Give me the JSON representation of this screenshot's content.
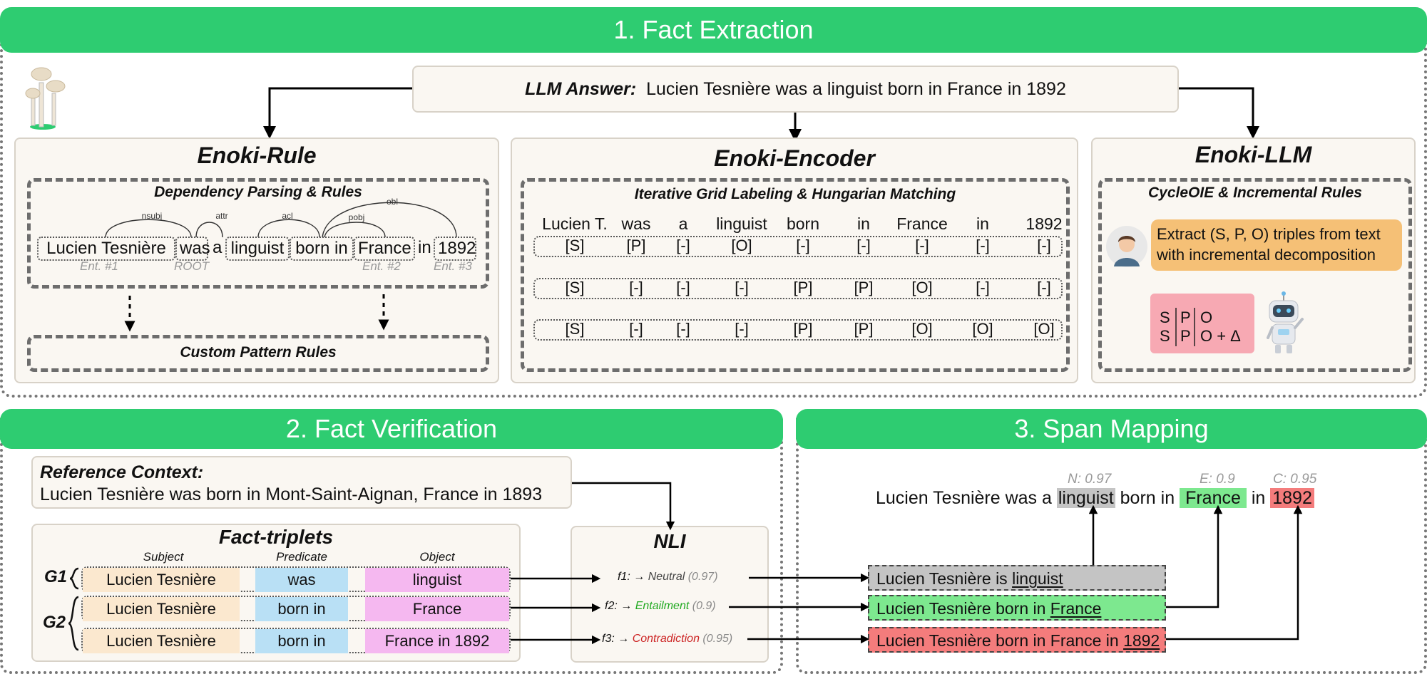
{
  "stage1": {
    "title": "1. Fact Extraction",
    "llm_answer_label": "LLM Answer:",
    "llm_answer_text": "Lucien Tesnière was a linguist born in France in 1892",
    "rule": {
      "title": "Enoki-Rule",
      "subtitle": "Dependency Parsing & Rules",
      "tokens": [
        "Lucien Tesnière",
        "was",
        "a",
        "linguist",
        "born in",
        "France",
        "in",
        "1892"
      ],
      "arcs": [
        "nsubj",
        "attr",
        "acl",
        "pobj",
        "obl"
      ],
      "ent_labels": [
        "Ent. #1",
        "ROOT",
        "Ent. #2",
        "Ent. #3"
      ],
      "custom": "Custom Pattern Rules"
    },
    "encoder": {
      "title": "Enoki-Encoder",
      "subtitle": "Iterative Grid Labeling & Hungarian Matching",
      "columns": [
        "Lucien T.",
        "was",
        "a",
        "linguist",
        "born",
        "in",
        "France",
        "in",
        "1892"
      ],
      "rows": [
        [
          "[S]",
          "[P]",
          "[-]",
          "[O]",
          "[-]",
          "[-]",
          "[-]",
          "[-]",
          "[-]"
        ],
        [
          "[S]",
          "[-]",
          "[-]",
          "[-]",
          "[P]",
          "[P]",
          "[O]",
          "[-]",
          "[-]"
        ],
        [
          "[S]",
          "[-]",
          "[-]",
          "[-]",
          "[P]",
          "[P]",
          "[O]",
          "[O]",
          "[O]"
        ]
      ]
    },
    "llm": {
      "title": "Enoki-LLM",
      "subtitle": "CycleOIE & Incremental Rules",
      "prompt": "Extract (S, P, O) triples from text with incremental decomposition",
      "spo_row1": [
        "S",
        "P",
        "O"
      ],
      "spo_row2": [
        "S",
        "P",
        "O + Δ"
      ]
    }
  },
  "stage2": {
    "title": "2. Fact Verification",
    "ref_label": "Reference Context:",
    "ref_text": "Lucien Tesnière was born in Mont-Saint-Aignan, France in 1893",
    "triplets_title": "Fact-triplets",
    "headers": [
      "Subject",
      "Predicate",
      "Object"
    ],
    "groups": [
      "G1",
      "G2"
    ],
    "triplets": [
      {
        "s": "Lucien Tesnière",
        "p": "was",
        "o": "linguist"
      },
      {
        "s": "Lucien Tesnière",
        "p": "born in",
        "o": "France"
      },
      {
        "s": "Lucien Tesnière",
        "p": "born in",
        "o": "France in 1892"
      }
    ],
    "nli_title": "NLI",
    "nli": [
      {
        "id": "f1: →",
        "label": "Neutral",
        "score": "(0.97)",
        "color": "#444444"
      },
      {
        "id": "f2: →",
        "label": "Entailment",
        "score": "(0.9)",
        "color": "#22aa22"
      },
      {
        "id": "f3: →",
        "label": "Contradiction",
        "score": "(0.95)",
        "color": "#cc2222"
      }
    ]
  },
  "stage3": {
    "title": "3. Span Mapping",
    "scores": [
      "N: 0.97",
      "E: 0.9",
      "C: 0.95"
    ],
    "sentence_pre": "Lucien Tesnière was a",
    "w_linguist": "linguist",
    "sentence_mid": "born in",
    "w_france": "France",
    "sentence_in": "in",
    "w_1892": "1892",
    "spans": [
      {
        "pre": "Lucien Tesnière is",
        "u": "linguist",
        "post": ""
      },
      {
        "pre": "Lucien Tesnière born in",
        "u": "France",
        "post": ""
      },
      {
        "pre": "Lucien Tesnière born in France in",
        "u": "1892",
        "post": ""
      }
    ],
    "colors": {
      "neutral": "#c4c4c4",
      "entail": "#7de88f",
      "contra": "#f47c7c"
    }
  }
}
